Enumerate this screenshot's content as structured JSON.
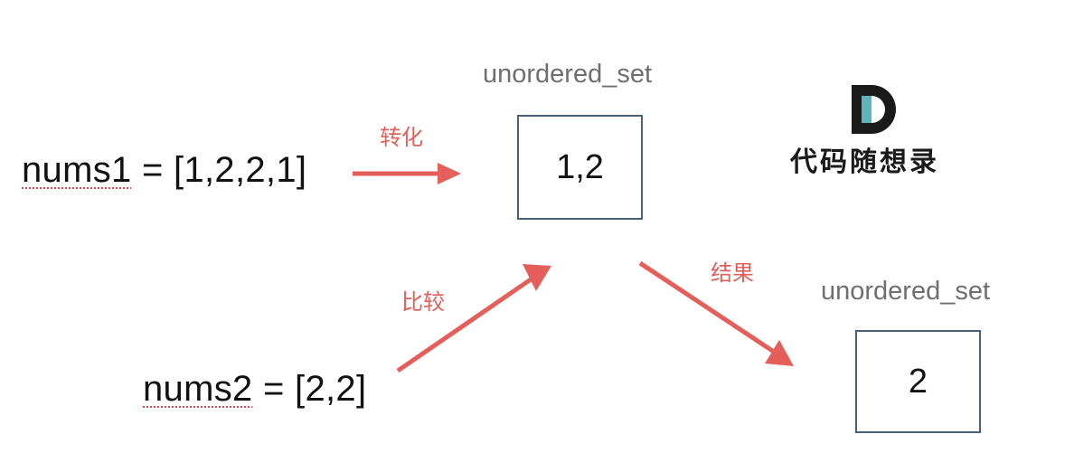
{
  "input1": {
    "var": "nums1",
    "rest": " = [1,2,2,1]"
  },
  "input2": {
    "var": "nums2",
    "rest": " = [2,2]"
  },
  "set1": {
    "label": "unordered_set",
    "value": "1,2"
  },
  "set2": {
    "label": "unordered_set",
    "value": "2"
  },
  "arrows": {
    "convert": "转化",
    "compare": "比较",
    "result": "结果"
  },
  "logo": {
    "text": "代码随想录",
    "mark": "D",
    "icon": "d-logo-icon"
  },
  "colors": {
    "arrow": "#e45f5a",
    "box_border": "#4a6079",
    "underline": "#e04848",
    "logo_teal": "#5fb3bd",
    "logo_dark": "#1a1a1a"
  }
}
